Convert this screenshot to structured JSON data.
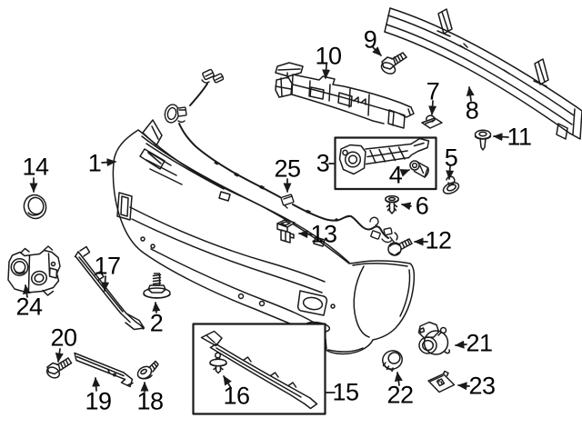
{
  "diagram": {
    "kind": "exploded-parts-line-art",
    "colors": {
      "line": "#1a1a1a",
      "label": "#000000",
      "background": "#ffffff"
    },
    "callouts": {
      "c1": {
        "label": "1"
      },
      "c2": {
        "label": "2"
      },
      "c3": {
        "label": "3"
      },
      "c4": {
        "label": "4"
      },
      "c5": {
        "label": "5"
      },
      "c6": {
        "label": "6"
      },
      "c7": {
        "label": "7"
      },
      "c8": {
        "label": "8"
      },
      "c9": {
        "label": "9"
      },
      "c10": {
        "label": "10"
      },
      "c11": {
        "label": "11"
      },
      "c12": {
        "label": "12"
      },
      "c13": {
        "label": "13"
      },
      "c14": {
        "label": "14"
      },
      "c15": {
        "label": "15"
      },
      "c16": {
        "label": "16"
      },
      "c17": {
        "label": "17"
      },
      "c18": {
        "label": "18"
      },
      "c19": {
        "label": "19"
      },
      "c20": {
        "label": "20"
      },
      "c21": {
        "label": "21"
      },
      "c22": {
        "label": "22"
      },
      "c23": {
        "label": "23"
      },
      "c24": {
        "label": "24"
      },
      "c25": {
        "label": "25"
      }
    }
  }
}
